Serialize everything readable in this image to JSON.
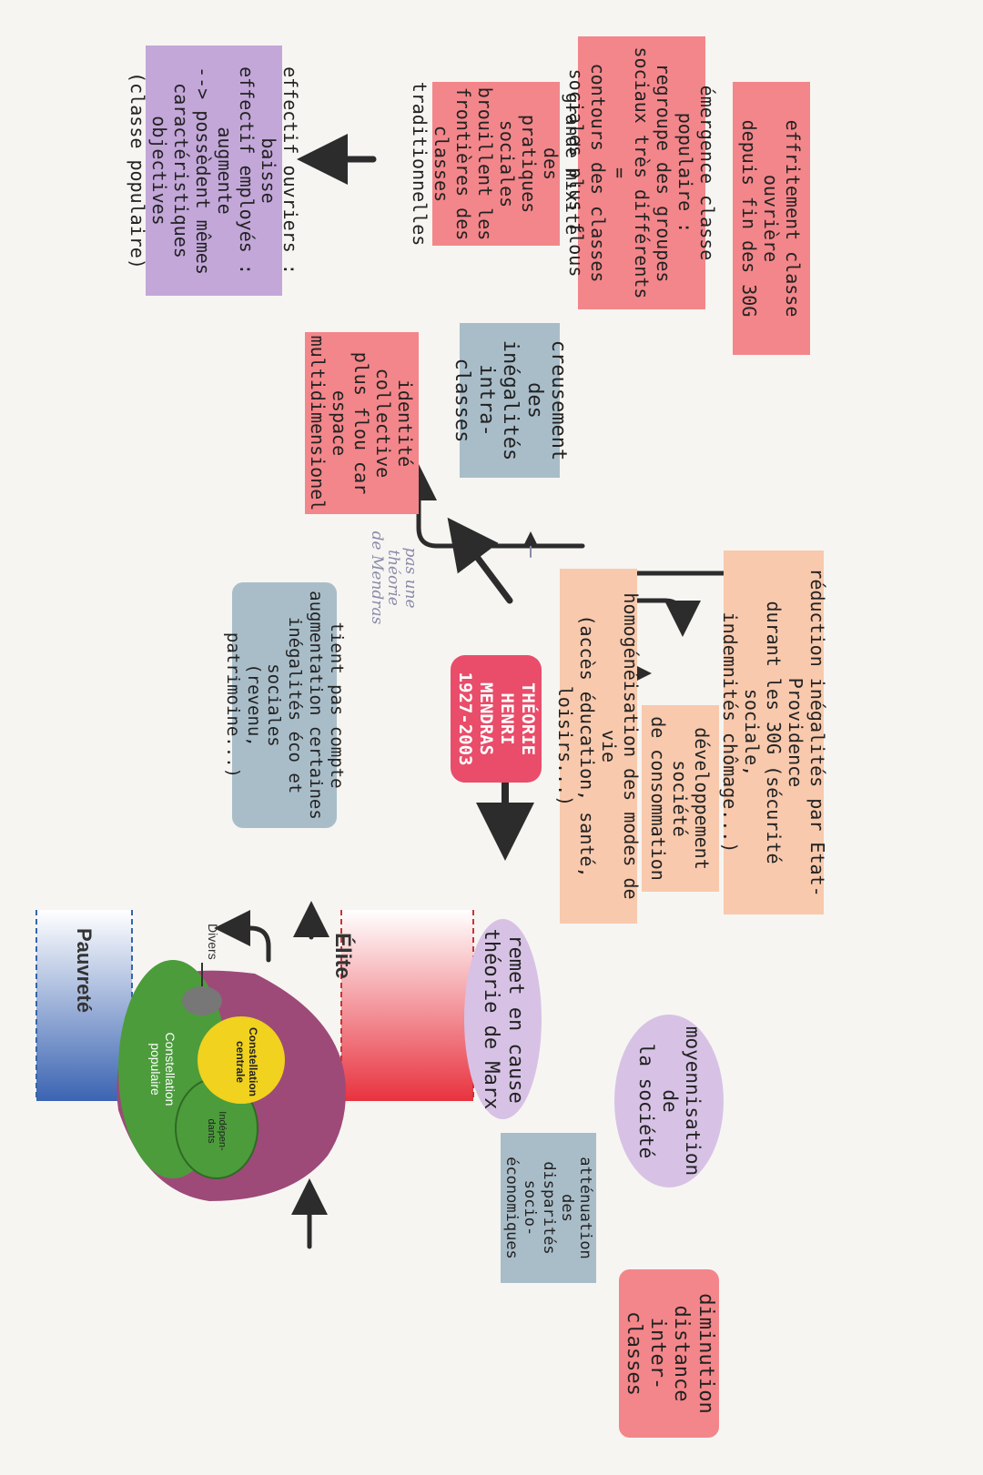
{
  "nodes": {
    "effritement": "effritement classe ouvrière\ndepuis fin des 30G",
    "emergence": "émergence classe populaire :\nregroupe des groupes\nsociaux très différents =\ncontours des classes\nsociales plus flous",
    "mixite": "grande mixité des\npratiques sociales\nbrouillent les\nfrontières des\nclasses\ntraditionnelles",
    "effectif": "effectif ouvriers : baisse\neffectif employés :\naugmente\n--> possèdent mêmes\ncaractéristiques objectives\n(classe populaire)",
    "creusement": "creusement des\ninégalités\nintra-classes",
    "identite": "identité collective\nplus flou car\nespace\nmultidimensionel",
    "mendras": "THÉORIE HENRI\nMENDRAS\n1927-2003",
    "tient": "tient pas compte\naugmentation certaines\ninégalités éco et sociales\n(revenu, patrimoine...)",
    "reduction": "réduction inégalités par Etat-Providence\ndurant les 30G (sécurité sociale,\nindemnités chômage...)",
    "developpement": "développement société\nde consommation",
    "homogeneisation": "homogénéisation des modes de vie\n(accès éducation, santé, loisirs...)",
    "remet": "remet en cause\nthéorie de Marx",
    "moyennisation": "moyennisation de\nla société",
    "attenuation": "atténuation des\ndisparités\nsocio-\néconomiques",
    "diminution": "diminution\ndistance\ninter-\nclasses"
  },
  "notes": {
    "handwritten": "pas une\nthéorie\nde Mendras"
  },
  "diagram": {
    "elite": "Élite",
    "pauvrete": "Pauvreté",
    "divers": "Divers",
    "centrale": "Constellation\ncentrale",
    "populaire": "Constellation\npopulaire",
    "independants": "Indépen-\ndants"
  }
}
